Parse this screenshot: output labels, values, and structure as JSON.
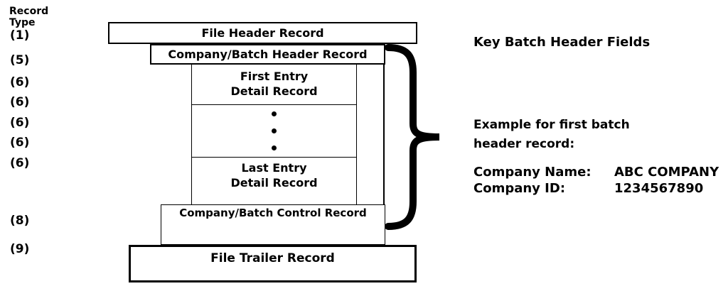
{
  "record_type_column": {
    "header_line1": "Record",
    "header_line2": "Type",
    "types": [
      "(1)",
      "(5)",
      "(6)",
      "(6)",
      "(6)",
      "(6)",
      "(6)",
      "(8)",
      "(9)"
    ]
  },
  "boxes": {
    "file_header": "File Header Record",
    "batch_header": "Company/Batch Header Record",
    "first_entry": "First Entry\nDetail Record",
    "last_entry": "Last Entry\nDetail Record",
    "batch_control": "Company/Batch Control Record",
    "file_trailer": "File Trailer Record"
  },
  "key_fields_panel": {
    "title": "Key Batch Header Fields",
    "example_line1": "Example for first batch",
    "example_line2": "header record:",
    "fields": [
      {
        "label": "Company Name:",
        "value": "ABC COMPANY"
      },
      {
        "label": "Company ID:",
        "value": "1234567890"
      }
    ]
  },
  "colors": {
    "ink": "#000000",
    "background": "#ffffff"
  }
}
